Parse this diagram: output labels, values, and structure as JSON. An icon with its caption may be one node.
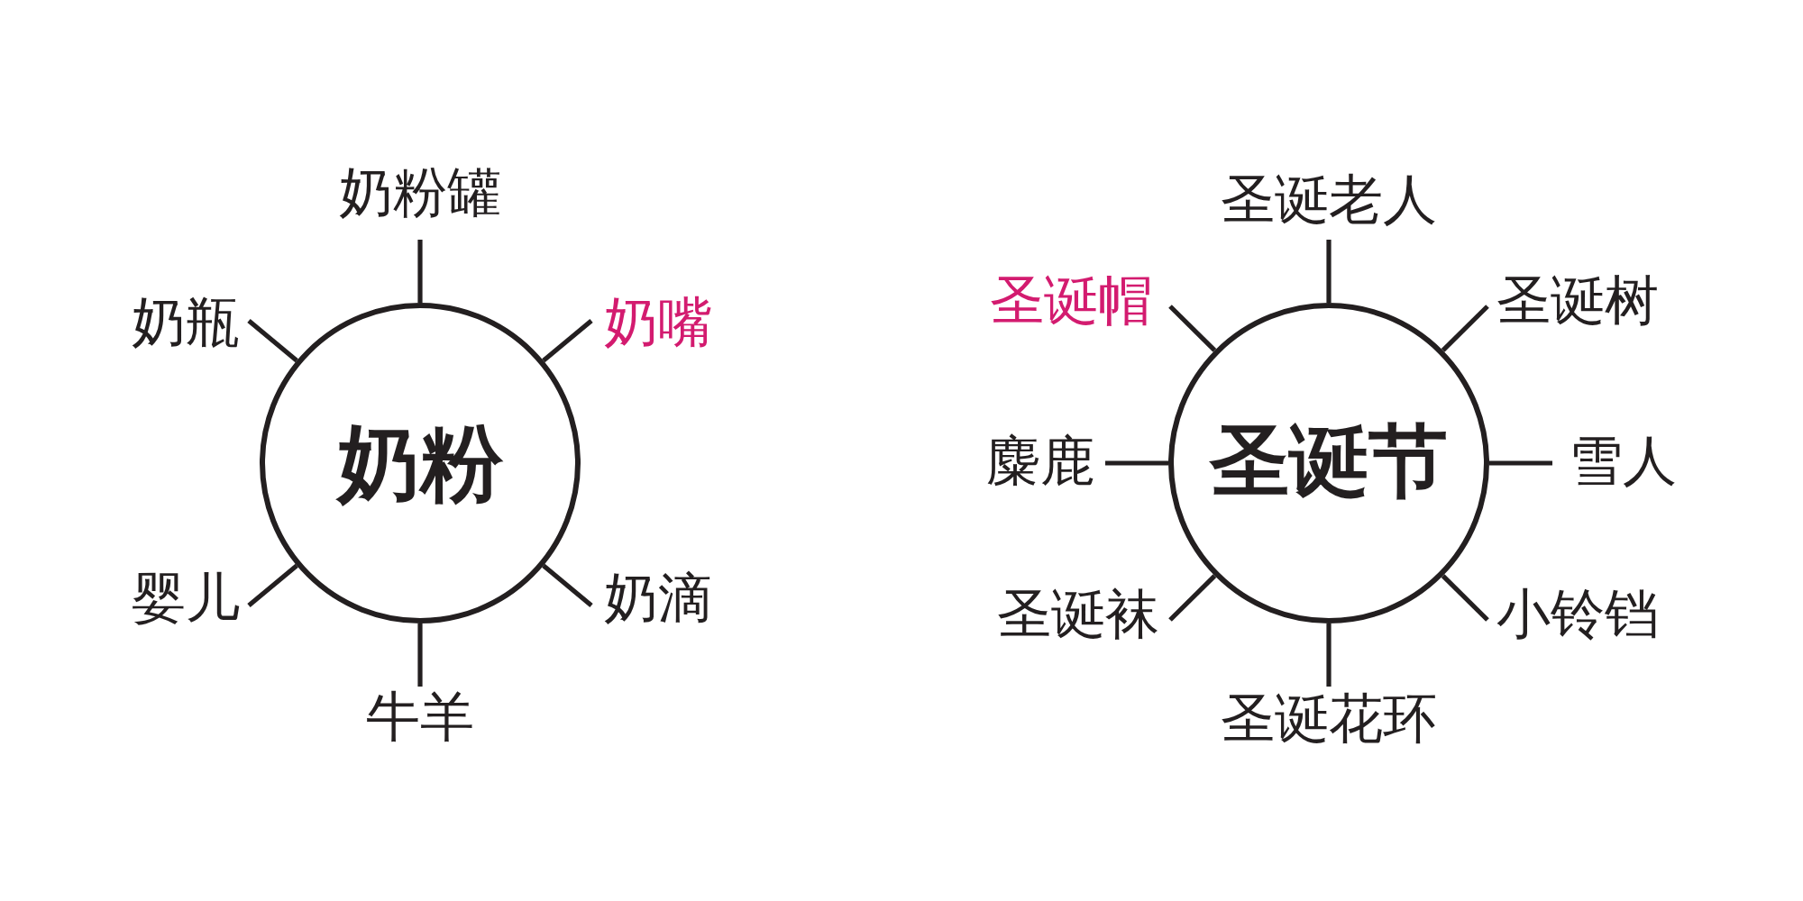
{
  "diagram": {
    "nodes": [
      {
        "text": [
          "奶粉罐"
        ]
      },
      {
        "text": [
          "奶瓶"
        ]
      },
      {
        "text": [
          "奶嘴"
        ]
      },
      {
        "text": [
          "奶粉"
        ]
      },
      {
        "text": [
          "婴儿"
        ]
      },
      {
        "text": [
          "奶滴"
        ]
      },
      {
        "text": [
          "牛羊"
        ]
      },
      {
        "text": [
          "圣诞老人"
        ]
      },
      {
        "text": [
          "圣诞帽"
        ]
      },
      {
        "text": [
          "圣诞树"
        ]
      },
      {
        "text": [
          "麋鹿"
        ]
      },
      {
        "text": [
          "圣诞节"
        ]
      },
      {
        "text": [
          "雪人"
        ]
      },
      {
        "text": [
          "圣诞袜"
        ]
      },
      {
        "text": [
          "小铃铛"
        ]
      },
      {
        "text": [
          "圣诞花环"
        ]
      }
    ],
    "edges": [
      {
        "from": 3,
        "to": 0,
        "arrow": "none"
      },
      {
        "from": 3,
        "to": 1,
        "arrow": "none"
      },
      {
        "from": 3,
        "to": 2,
        "arrow": "none"
      },
      {
        "from": 3,
        "to": 4,
        "arrow": "none"
      },
      {
        "from": 3,
        "to": 5,
        "arrow": "none"
      },
      {
        "from": 3,
        "to": 6,
        "arrow": "none"
      },
      {
        "from": 11,
        "to": 7,
        "arrow": "none"
      },
      {
        "from": 11,
        "to": 8,
        "arrow": "none"
      },
      {
        "from": 11,
        "to": 9,
        "arrow": "none"
      },
      {
        "from": 11,
        "to": 10,
        "arrow": "none"
      },
      {
        "from": 11,
        "to": 12,
        "arrow": "none"
      },
      {
        "from": 11,
        "to": 13,
        "arrow": "none"
      },
      {
        "from": 11,
        "to": 14,
        "arrow": "none"
      },
      {
        "from": 11,
        "to": 15,
        "arrow": "none"
      }
    ]
  }
}
